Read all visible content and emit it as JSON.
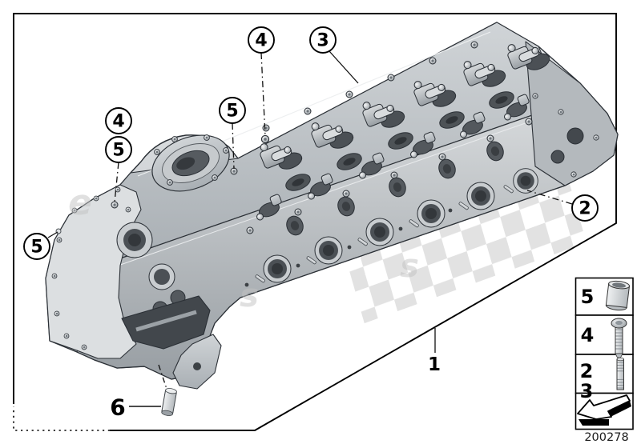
{
  "diagram": {
    "subject": "cylinder-head-exploded-parts-drawing",
    "callouts": {
      "c4_top": "4",
      "c3_top": "3",
      "c5_mid": "5",
      "c4_left": "4",
      "c5_left": "5",
      "c5_far_left": "5",
      "c2_right": "2"
    },
    "plain_labels": {
      "l1": "1",
      "l6": "6"
    },
    "legend": {
      "row1_label": "5",
      "row1_icon": "sleeve-icon",
      "row2_label": "4",
      "row2_icon": "screw-icon",
      "row3_label_a": "2",
      "row3_label_b": "3",
      "row3_icon": "stud-icon",
      "row4_icon": "direction-arrow-icon",
      "part_number": "200278"
    },
    "watermark": {
      "letter1": "e",
      "letter2": "s",
      "letter3": "s",
      "checker_color": "#e2e2e2"
    },
    "colors": {
      "frame": "#000000",
      "leader": "#111111",
      "body_light": "#e9ebed",
      "body_mid": "#c4c8cb",
      "body_dark": "#9aa0a5",
      "recess": "#4b5055",
      "outline": "#2b3036"
    }
  }
}
